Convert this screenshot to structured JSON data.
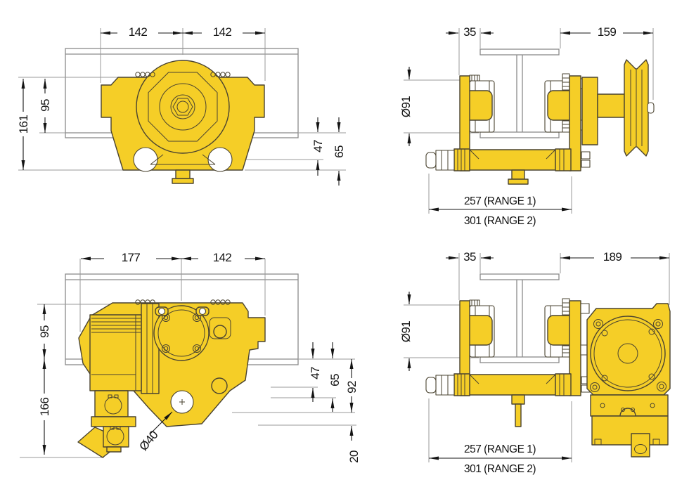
{
  "colors": {
    "body": "#F5CE27",
    "outline": "#4A4330",
    "dim": "#141414",
    "beam": "#8A8A8A"
  },
  "views": {
    "top_left": {
      "dims": {
        "w1": "142",
        "w2": "142",
        "h_total": "161",
        "h_upper": "95",
        "d47": "47",
        "d65": "65"
      }
    },
    "top_right": {
      "dims": {
        "d35": "35",
        "d159": "159",
        "dia91": "Ø91",
        "range1": "257 (RANGE 1)",
        "range2": "301 (RANGE 2)"
      }
    },
    "bottom_left": {
      "dims": {
        "w1": "177",
        "w2": "142",
        "h_upper": "95",
        "h_lower": "166",
        "d47": "47",
        "d65": "65",
        "d92": "92",
        "d20": "20",
        "dia40": "Ø40"
      }
    },
    "bottom_right": {
      "dims": {
        "d35": "35",
        "d189": "189",
        "dia91": "Ø91",
        "range1": "257 (RANGE 1)",
        "range2": "301 (RANGE 2)"
      }
    }
  }
}
